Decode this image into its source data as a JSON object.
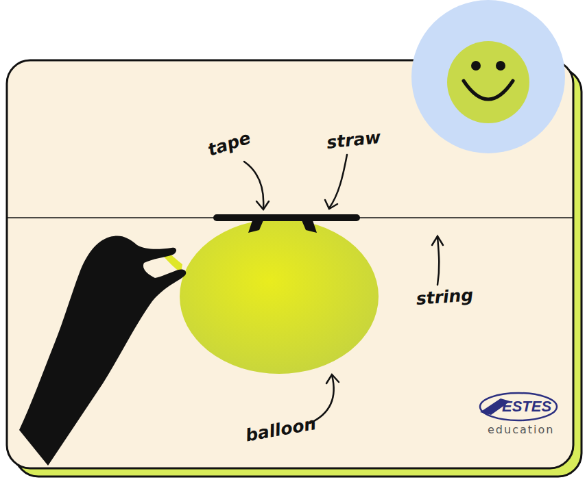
{
  "diagram": {
    "labels": [
      "tape",
      "straw",
      "string",
      "balloon",
      "ESTES",
      "education"
    ]
  }
}
